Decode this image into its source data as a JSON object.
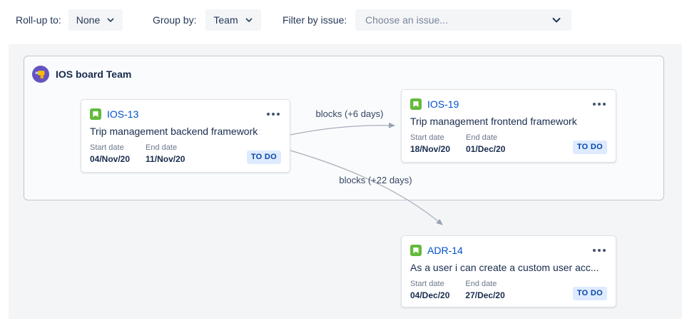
{
  "toolbar": {
    "rollup_label": "Roll-up to:",
    "rollup_value": "None",
    "groupby_label": "Group by:",
    "groupby_value": "Team",
    "filter_label": "Filter by issue:",
    "filter_placeholder": "Choose an issue..."
  },
  "group": {
    "title": "IOS board Team"
  },
  "cards": [
    {
      "key": "IOS-13",
      "title": "Trip management backend framework",
      "start_label": "Start date",
      "end_label": "End date",
      "start": "04/Nov/20",
      "end": "11/Nov/20",
      "status": "TO DO"
    },
    {
      "key": "IOS-19",
      "title": "Trip management frontend framework",
      "start_label": "Start date",
      "end_label": "End date",
      "start": "18/Nov/20",
      "end": "01/Dec/20",
      "status": "TO DO"
    },
    {
      "key": "ADR-14",
      "title": "As a user i can create a custom user acc...",
      "start_label": "Start date",
      "end_label": "End date",
      "start": "04/Dec/20",
      "end": "27/Dec/20",
      "status": "TO DO"
    }
  ],
  "links": [
    {
      "label": "blocks (+6 days)"
    },
    {
      "label": "blocks (+22 days)"
    }
  ],
  "icons": {
    "issue_type": "story-bookmark-icon",
    "team_avatar": "purple-drill-avatar",
    "dropdowns": "chevron-down-icon",
    "card_menu": "ellipsis-icon"
  },
  "colors": {
    "link_blue": "#0052cc",
    "badge_bg": "#deebff",
    "badge_text": "#0747a6",
    "story_icon_green": "#63ba3c",
    "team_avatar_purple": "#6554c0",
    "arrow_gray": "#a0a8b7",
    "panel_bg": "#f4f5f7",
    "groupbox_bg": "#fafbfc",
    "text_dark": "#172b4d"
  }
}
